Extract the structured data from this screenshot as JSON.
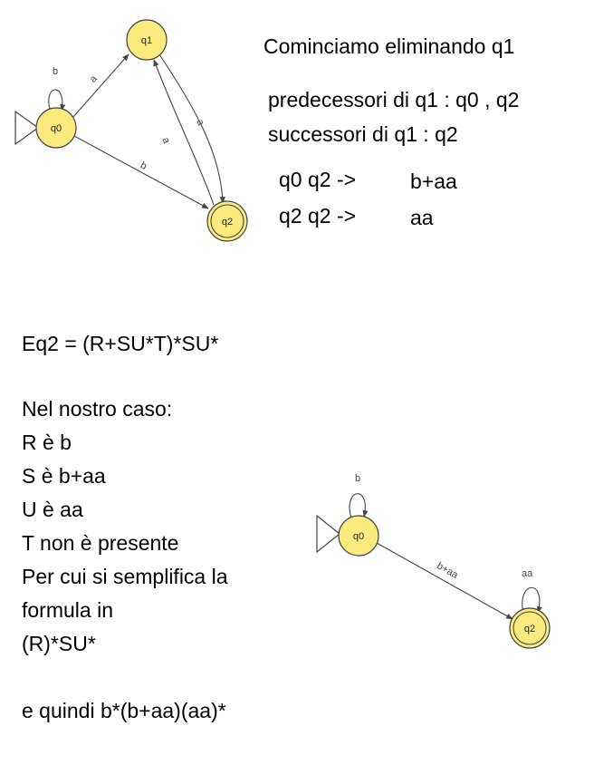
{
  "diagram1": {
    "states": {
      "q0": "q0",
      "q1": "q1",
      "q2": "q2"
    },
    "labels": {
      "loop_q0": "b",
      "q0_q1": "a",
      "q1_q2": "a",
      "q2_q1": "a",
      "q0_q2": "b"
    }
  },
  "heading": "Cominciamo eliminando q1",
  "predecessors": "predecessori di q1 : q0 , q2",
  "successors": "successori di q1 : q2",
  "table": [
    {
      "pair": "q0  q2  ->",
      "expr": "b+aa"
    },
    {
      "pair": "q2  q2 ->",
      "expr": "aa"
    }
  ],
  "formula": "Eq2 = (R+SU*T)*SU*",
  "explanation": {
    "intro": "Nel nostro caso:",
    "lines": [
      "R è b",
      "S è b+aa",
      "U è aa",
      "T non è presente",
      "Per cui si semplifica la",
      "formula in",
      "(R)*SU*"
    ],
    "result": "e quindi b*(b+aa)(aa)*"
  },
  "diagram2": {
    "states": {
      "q0": "q0",
      "q2": "q2"
    },
    "labels": {
      "loop_q0": "b",
      "q0_q2": "b+aa",
      "loop_q2": "aa"
    }
  }
}
